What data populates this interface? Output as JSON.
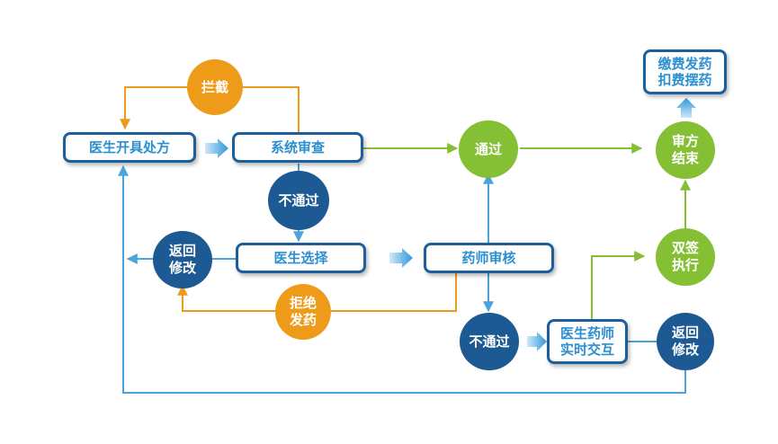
{
  "colors": {
    "orange": "#ef9b1a",
    "navy": "#1d5a94",
    "green": "#84bf34",
    "blue_line": "#4aa3dc",
    "box_border": "#1d5f9c",
    "box_text": "#2b8fd0"
  },
  "nodes": {
    "doctor_prescribe": "医生开具处方",
    "system_review": "系统审查",
    "doctor_choose": "医生选择",
    "pharmacist_review": "药师审核",
    "doctor_pharmacist_interact": "医生药师\n实时交互",
    "pay_dispense": "缴费发药\n扣费摆药"
  },
  "circles": {
    "intercept": "拦截",
    "not_pass_1": "不通过",
    "return_modify_1": "返回\n修改",
    "refuse_dispense": "拒绝\n发药",
    "pass": "通过",
    "not_pass_2": "不通过",
    "review_end": "审方\n结束",
    "double_sign": "双签\n执行",
    "return_modify_2": "返回\n修改"
  }
}
